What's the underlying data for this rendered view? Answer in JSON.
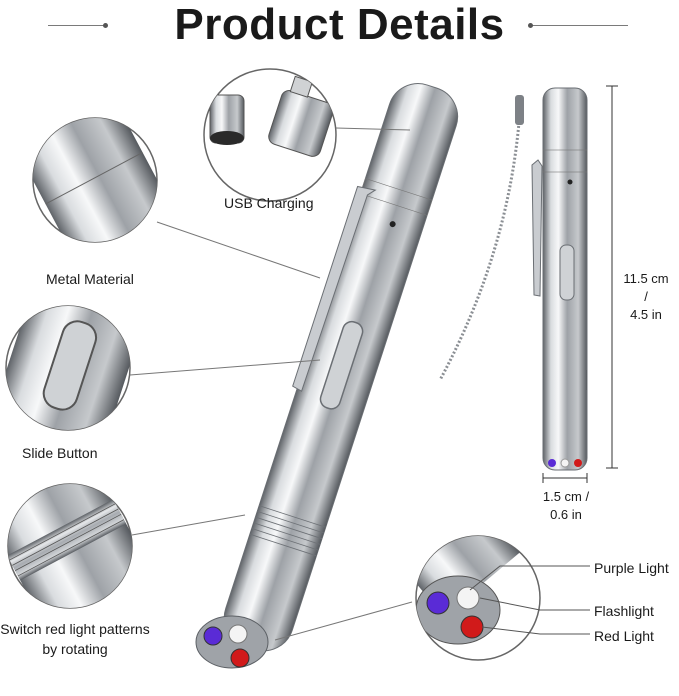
{
  "heading": "Product Details",
  "callouts": {
    "usb": "USB Charging",
    "metal": "Metal Material",
    "slide": "Slide Button",
    "switch": "Switch red light patterns by rotating",
    "purple": "Purple Light",
    "flash": "Flashlight",
    "red": "Red Light"
  },
  "dimensions": {
    "height_cm": "11.5 cm /",
    "height_in": "4.5 in",
    "width_cm": "1.5 cm /",
    "width_in": "0.6 in"
  },
  "colors": {
    "purple_led": "#5a2bd6",
    "red_led": "#d11a1a",
    "white_led": "#f4f4f4",
    "steel": "#b9bcc0"
  }
}
